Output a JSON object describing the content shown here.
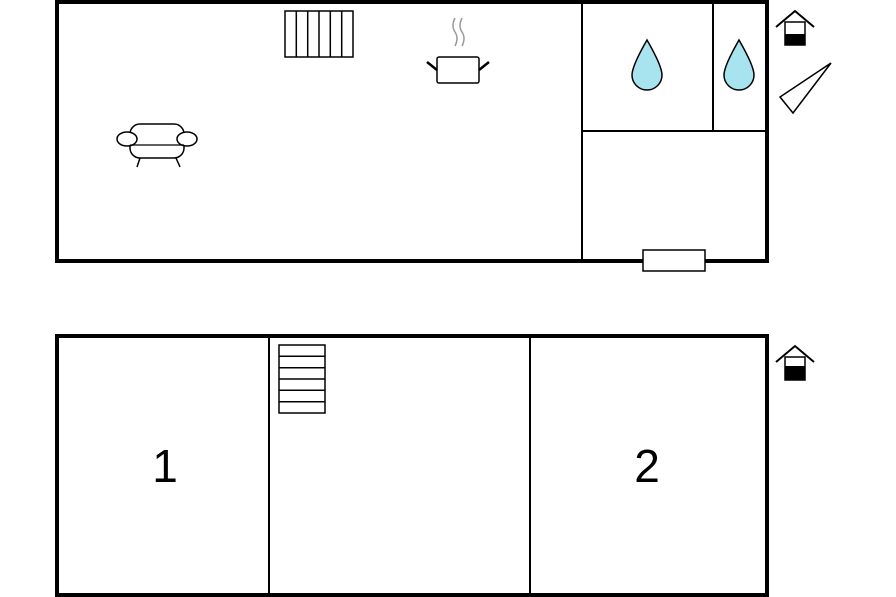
{
  "floors": [
    {
      "name": "ground-floor",
      "rooms": [
        {
          "id": "living-kitchen",
          "label": ""
        },
        {
          "id": "bathroom-1",
          "label": ""
        },
        {
          "id": "bathroom-2",
          "label": ""
        },
        {
          "id": "entrance-hall",
          "label": ""
        }
      ],
      "icons": [
        "sofa-icon",
        "stairs-icon",
        "cooking-pot-icon",
        "water-drop-icon",
        "water-drop-icon",
        "door-icon",
        "floor-level-icon",
        "north-arrow-icon"
      ]
    },
    {
      "name": "upper-floor",
      "rooms": [
        {
          "id": "bedroom-1",
          "label": "1"
        },
        {
          "id": "landing",
          "label": ""
        },
        {
          "id": "bedroom-2",
          "label": "2"
        }
      ],
      "icons": [
        "stairs-icon",
        "floor-level-icon"
      ]
    }
  ],
  "colors": {
    "wall": "#000000",
    "water_fill": "#a8e4ef",
    "steam": "#999999",
    "background": "#ffffff"
  }
}
